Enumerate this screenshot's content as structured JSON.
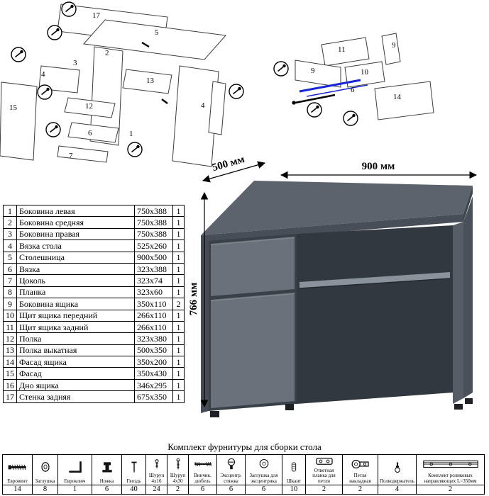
{
  "desk": {
    "width": "900 мм",
    "depth": "500 мм",
    "height": "766 мм"
  },
  "diagram_left": {
    "callouts": [
      "17",
      "5",
      "3",
      "4",
      "13",
      "12",
      "15",
      "6",
      "2",
      "7",
      "1",
      "4"
    ]
  },
  "diagram_right": {
    "callouts": [
      "11",
      "9",
      "9",
      "10",
      "6",
      "14"
    ]
  },
  "parts": {
    "rows": [
      {
        "n": "1",
        "name": "Боковина левая",
        "size": "750x388",
        "qty": "1"
      },
      {
        "n": "2",
        "name": "Боковина средняя",
        "size": "750x388",
        "qty": "1"
      },
      {
        "n": "3",
        "name": "Боковина правая",
        "size": "750x388",
        "qty": "1"
      },
      {
        "n": "4",
        "name": "Вязка стола",
        "size": "525x260",
        "qty": "1"
      },
      {
        "n": "5",
        "name": "Столешница",
        "size": "900x500",
        "qty": "1"
      },
      {
        "n": "6",
        "name": "Вязка",
        "size": "323x388",
        "qty": "1"
      },
      {
        "n": "7",
        "name": "Цоколь",
        "size": "323x74",
        "qty": "1"
      },
      {
        "n": "8",
        "name": "Планка",
        "size": "323x60",
        "qty": "1"
      },
      {
        "n": "9",
        "name": "Боковина ящика",
        "size": "350x110",
        "qty": "2"
      },
      {
        "n": "10",
        "name": "Щит ящика передний",
        "size": "266x110",
        "qty": "1"
      },
      {
        "n": "11",
        "name": "Щит ящика задний",
        "size": "266x110",
        "qty": "1"
      },
      {
        "n": "12",
        "name": "Полка",
        "size": "323x380",
        "qty": "1"
      },
      {
        "n": "13",
        "name": "Полка выкатная",
        "size": "500x350",
        "qty": "1"
      },
      {
        "n": "14",
        "name": "Фасад ящика",
        "size": "350x200",
        "qty": "1"
      },
      {
        "n": "15",
        "name": "Фасад",
        "size": "350x430",
        "qty": "1"
      },
      {
        "n": "16",
        "name": "Дно ящика",
        "size": "346x295",
        "qty": "1"
      },
      {
        "n": "17",
        "name": "Стенка задняя",
        "size": "675x350",
        "qty": "1"
      }
    ]
  },
  "hardware": {
    "title": "Комплект фурнитуры для сборки стола",
    "items": [
      {
        "name": "Евровинт",
        "qty": "14",
        "icon": "confirmat-screw-icon"
      },
      {
        "name": "Заглушка",
        "qty": "8",
        "icon": "plug-icon"
      },
      {
        "name": "Евроключ",
        "qty": "1",
        "icon": "hex-key-icon"
      },
      {
        "name": "Ножка",
        "qty": "6",
        "icon": "leg-icon"
      },
      {
        "name": "Гвоздь",
        "qty": "40",
        "icon": "nail-icon"
      },
      {
        "name": "Шуруп 4x16",
        "qty": "24",
        "icon": "screw-4x16-icon"
      },
      {
        "name": "Шуруп 4x30",
        "qty": "2",
        "icon": "screw-4x30-icon"
      },
      {
        "name": "Винчик. дюбель",
        "qty": "6",
        "icon": "double-thread-dowel-icon"
      },
      {
        "name": "Эксцентр. стяжка",
        "qty": "6",
        "icon": "cam-lock-icon"
      },
      {
        "name": "Заглушка для эксцентрика",
        "qty": "6",
        "icon": "cam-cover-icon"
      },
      {
        "name": "Шкант",
        "qty": "10",
        "icon": "wood-dowel-icon"
      },
      {
        "name": "Ответная планка для петли",
        "qty": "2",
        "icon": "hinge-plate-icon"
      },
      {
        "name": "Петля накладная",
        "qty": "2",
        "icon": "hinge-icon"
      },
      {
        "name": "Полкодержатель",
        "qty": "4",
        "icon": "shelf-support-icon"
      },
      {
        "name": "Комплект роликовых направляющих L=350мм",
        "qty": "2",
        "icon": "roller-guides-icon"
      }
    ]
  }
}
